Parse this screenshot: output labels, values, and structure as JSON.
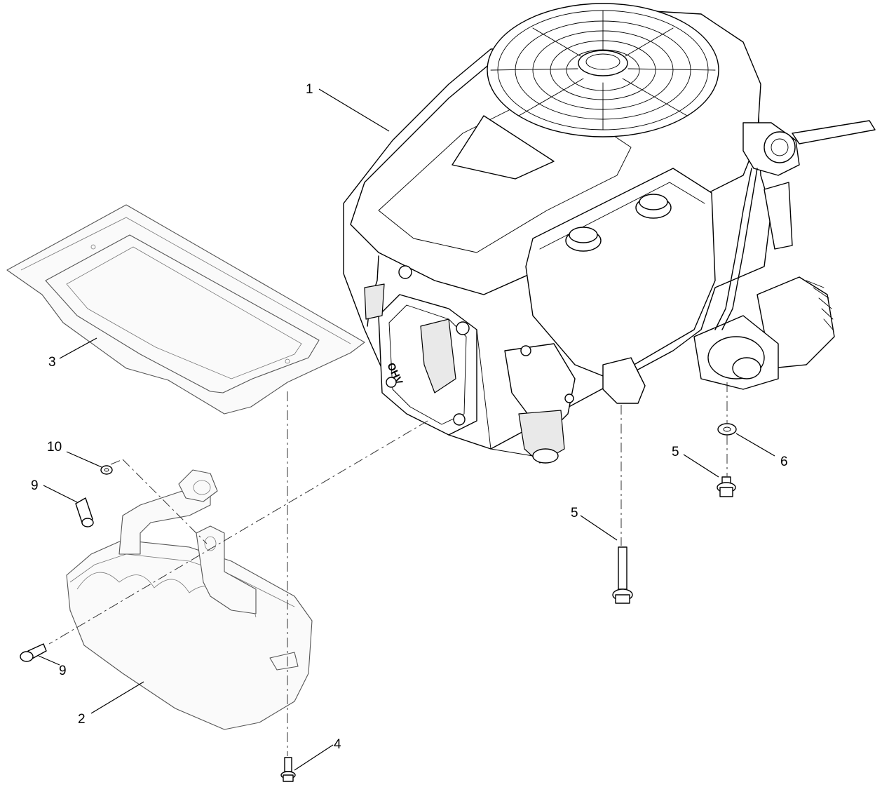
{
  "callouts": {
    "c1": "1",
    "c2": "2",
    "c3": "3",
    "c4": "4",
    "c5a": "5",
    "c5b": "5",
    "c6": "6",
    "c9a": "9",
    "c9b": "9",
    "c10": "10"
  },
  "engine_marking": "OHV"
}
